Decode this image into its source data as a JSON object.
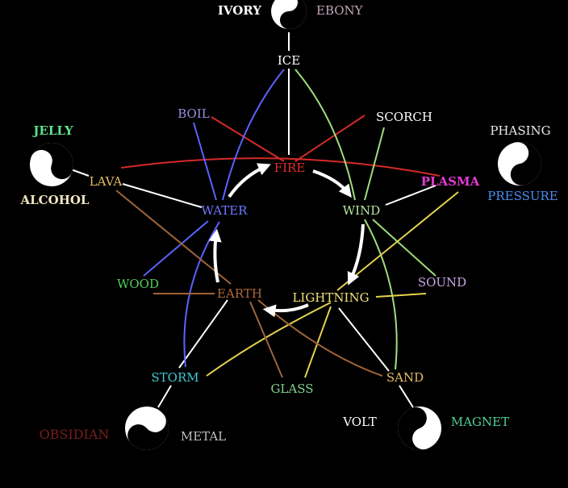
{
  "diagram": {
    "nodes": {
      "fire": {
        "label": "FIRE",
        "color": "#e0302a"
      },
      "wind": {
        "label": "WIND",
        "color": "#b7e6a0"
      },
      "lightning": {
        "label": "LIGHTNING",
        "color": "#f1e27a"
      },
      "earth": {
        "label": "EARTH",
        "color": "#b0683a"
      },
      "water": {
        "label": "WATER",
        "color": "#6d78ff"
      },
      "ice": {
        "label": "ICE",
        "color": "#ffffff"
      },
      "boil": {
        "label": "BOIL",
        "color": "#9b8ddf"
      },
      "scorch": {
        "label": "SCORCH",
        "color": "#ffffff"
      },
      "lava": {
        "label": "LAVA",
        "color": "#e3bd64"
      },
      "plasma": {
        "label": "PLASMA",
        "color": "#e23bd4"
      },
      "wood": {
        "label": "WOOD",
        "color": "#4fcf5a"
      },
      "sound": {
        "label": "SOUND",
        "color": "#c9a5e0"
      },
      "storm": {
        "label": "STORM",
        "color": "#3ec9cf"
      },
      "glass": {
        "label": "GLASS",
        "color": "#7fd48a"
      },
      "sand": {
        "label": "SAND",
        "color": "#e3bd64"
      },
      "ivory": {
        "label": "IVORY",
        "color": "#ffffff"
      },
      "ebony": {
        "label": "EBONY",
        "color": "#c4a6b7"
      },
      "jelly": {
        "label": "JELLY",
        "color": "#5fe08a"
      },
      "alcohol": {
        "label": "ALCOHOL",
        "color": "#f0e6c0"
      },
      "phasing": {
        "label": "PHASING",
        "color": "#e8e8e8"
      },
      "pressure": {
        "label": "PRESSURE",
        "color": "#4d8cf0"
      },
      "obsidian": {
        "label": "OBSIDIAN",
        "color": "#7a1c1c"
      },
      "metal": {
        "label": "METAL",
        "color": "#bfbfbf"
      },
      "volt": {
        "label": "VOLT",
        "color": "#ffffff"
      },
      "magnet": {
        "label": "MAGNET",
        "color": "#4fcf9a"
      }
    },
    "colors": {
      "background": "#000000",
      "white_line": "#ffffff",
      "red_line": "#d22a2a",
      "blue_line": "#5a63ff",
      "green_line": "#9fdc7c",
      "yellow_line": "#e6d24f",
      "brown_line": "#a06438"
    },
    "icons": [
      "yin-yang-icon",
      "arrow-icon"
    ]
  }
}
